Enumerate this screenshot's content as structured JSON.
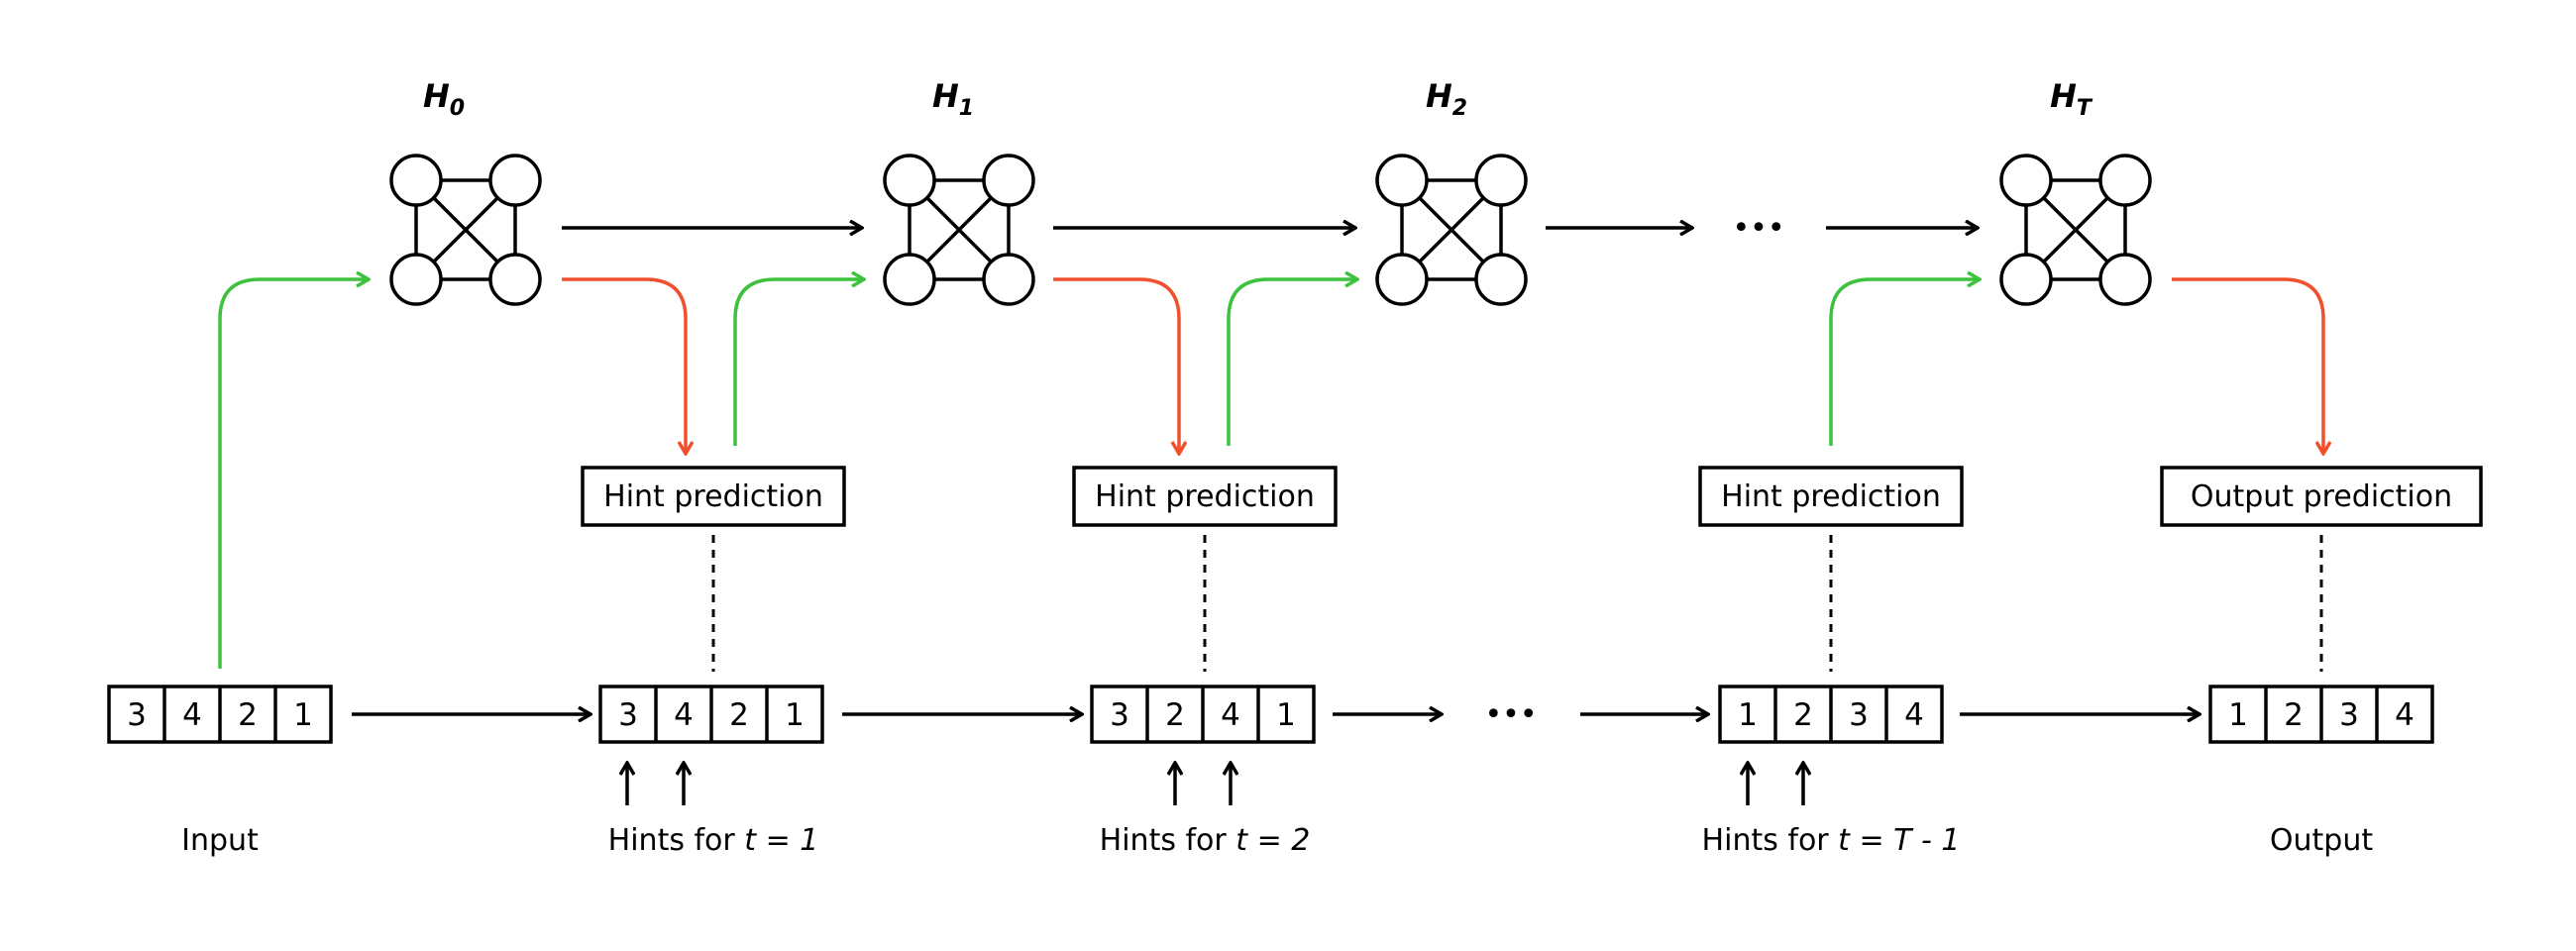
{
  "colors": {
    "ink": "#000000",
    "green_arrow": "#3cc23c",
    "red_arrow": "#f0502d",
    "background": "#ffffff"
  },
  "graphs": [
    {
      "title": "H",
      "subscript": "0"
    },
    {
      "title": "H",
      "subscript": "1"
    },
    {
      "title": "H",
      "subscript": "2"
    },
    {
      "title": "H",
      "subscript": "T"
    }
  ],
  "ellipsis": "•••",
  "prediction_boxes": [
    {
      "label": "Hint prediction"
    },
    {
      "label": "Hint prediction"
    },
    {
      "label": "Hint prediction"
    },
    {
      "label": "Output prediction"
    }
  ],
  "arrays": [
    {
      "cells": [
        "3",
        "4",
        "2",
        "1"
      ]
    },
    {
      "cells": [
        "3",
        "4",
        "2",
        "1"
      ]
    },
    {
      "cells": [
        "3",
        "2",
        "4",
        "1"
      ]
    },
    {
      "cells": [
        "1",
        "2",
        "3",
        "4"
      ]
    },
    {
      "cells": [
        "1",
        "2",
        "3",
        "4"
      ]
    }
  ],
  "captions": [
    {
      "prefix": "Input",
      "math": ""
    },
    {
      "prefix": "Hints for ",
      "math": "t = 1"
    },
    {
      "prefix": "Hints for ",
      "math": "t = 2"
    },
    {
      "prefix": "Hints for ",
      "math": "t = T - 1"
    },
    {
      "prefix": "Output",
      "math": ""
    }
  ],
  "up_arrow_glyph": "↑"
}
